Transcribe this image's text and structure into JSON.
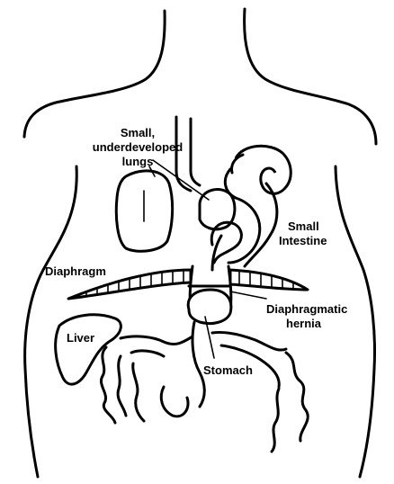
{
  "labels": {
    "lungs_line1": "Small,",
    "lungs_line2": "underdeveloped",
    "lungs_line3": "lungs",
    "intestine_line1": "Small",
    "intestine_line2": "Intestine",
    "diaphragm": "Diaphragm",
    "hernia_line1": "Diaphragmatic",
    "hernia_line2": "hernia",
    "liver": "Liver",
    "stomach": "Stomach"
  }
}
